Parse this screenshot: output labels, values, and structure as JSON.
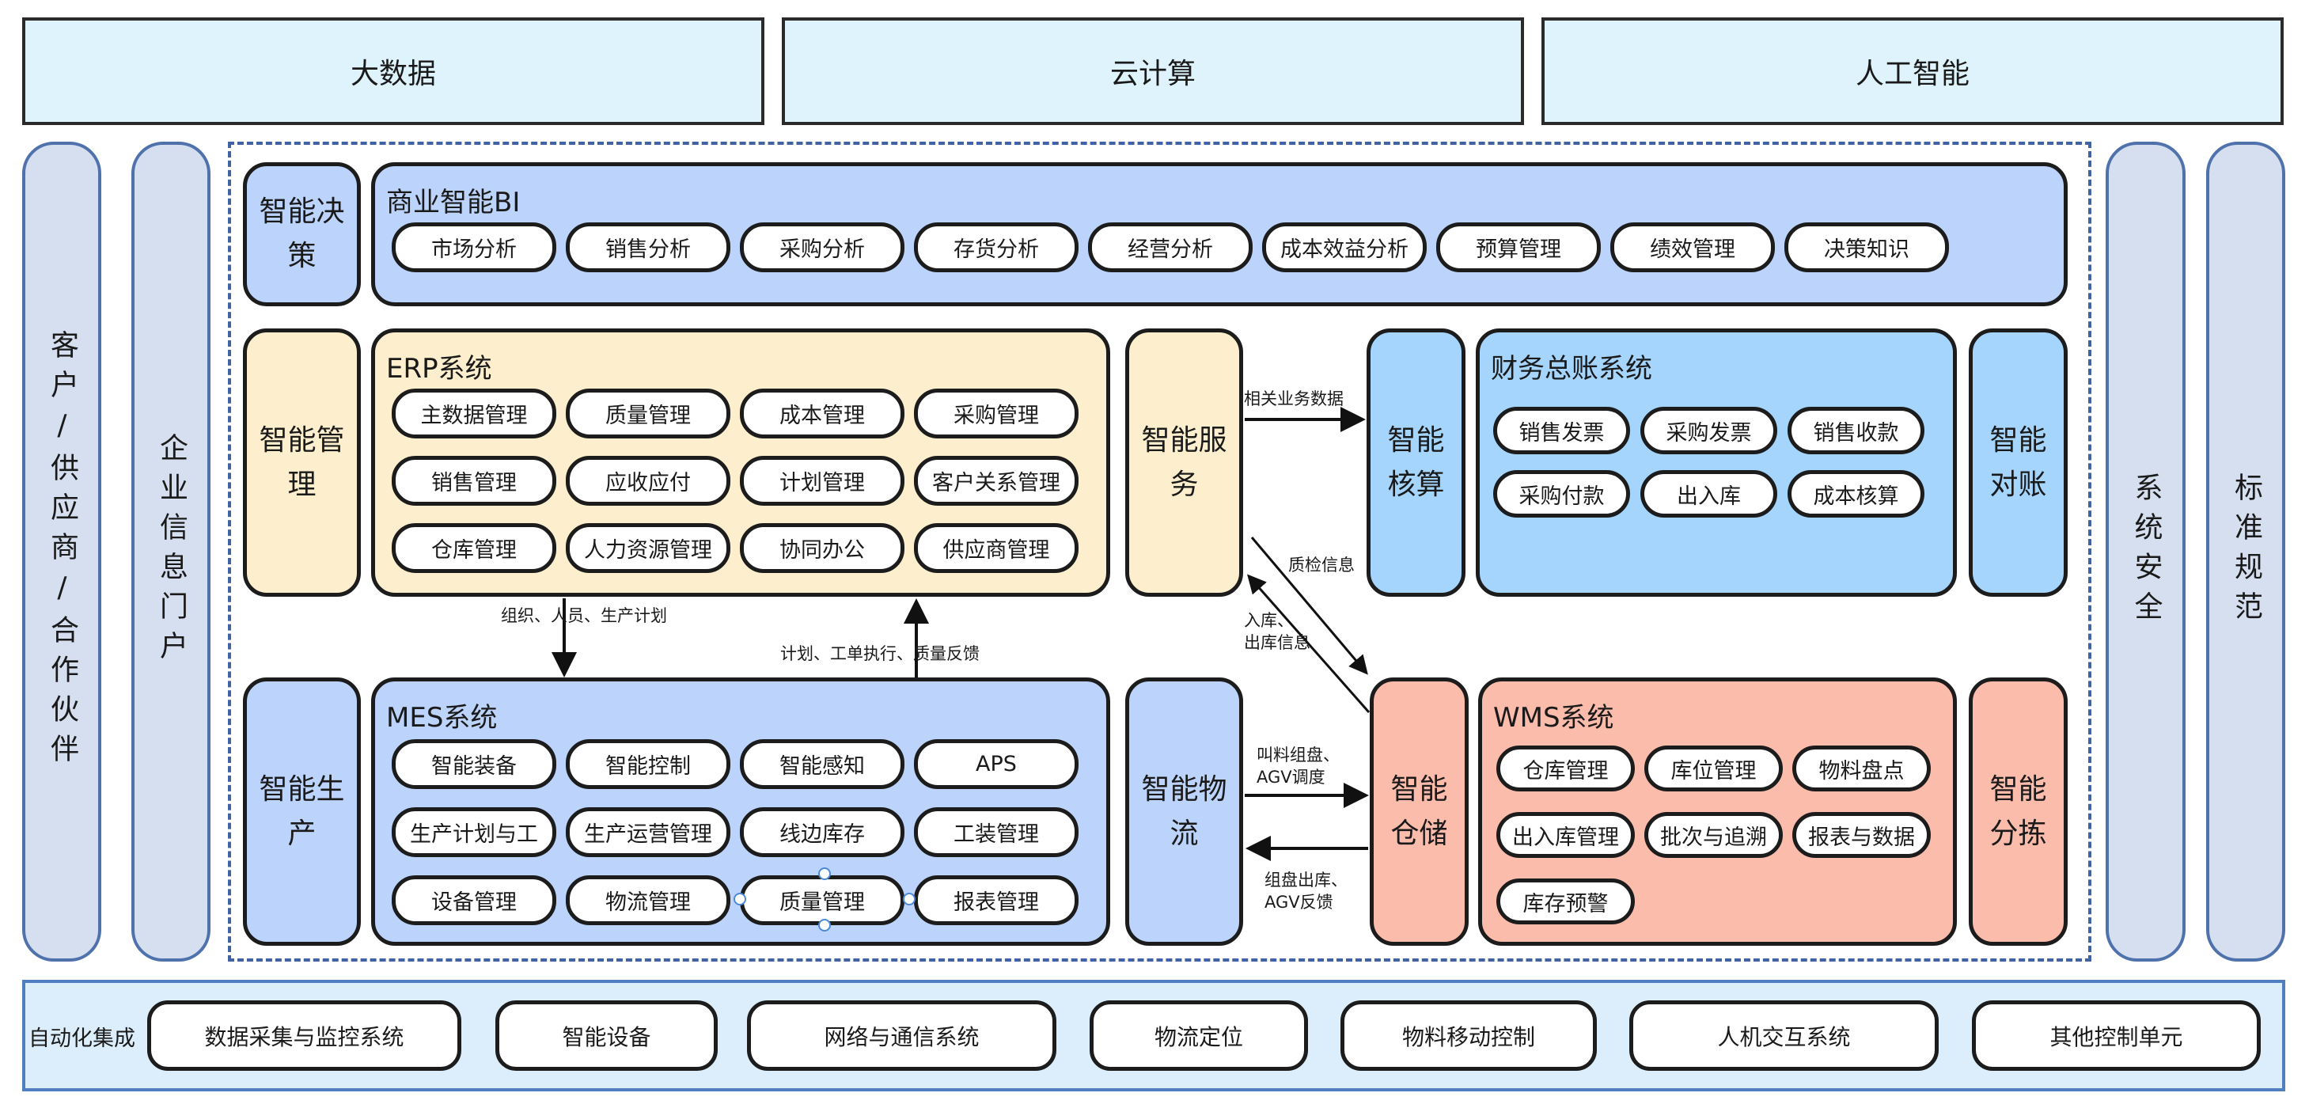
{
  "top_layers": [
    "大数据",
    "云计算",
    "人工智能"
  ],
  "left_pillars": [
    "客户/供应商/合作伙伴",
    "企业信息门户"
  ],
  "right_pillars": [
    "系统安全",
    "标准规范"
  ],
  "decision": {
    "side": "智能决策",
    "title": "商业智能BI",
    "items": [
      "市场分析",
      "销售分析",
      "采购分析",
      "存货分析",
      "经营分析",
      "成本效益分析",
      "预算管理",
      "绩效管理",
      "决策知识"
    ]
  },
  "erp": {
    "side": "智能管理",
    "title": "ERP系统",
    "items": [
      "主数据管理",
      "质量管理",
      "成本管理",
      "采购管理",
      "销售管理",
      "应收应付",
      "计划管理",
      "客户关系管理",
      "仓库管理",
      "人力资源管理",
      "协同办公",
      "供应商管理"
    ]
  },
  "service": {
    "side": "智能服务"
  },
  "finance": {
    "side_left": "智能核算",
    "title": "财务总账系统",
    "side_right": "智能对账",
    "items": [
      "销售发票",
      "采购发票",
      "销售收款",
      "采购付款",
      "出入库",
      "成本核算"
    ]
  },
  "mes": {
    "side": "智能生产",
    "title": "MES系统",
    "items": [
      "智能装备",
      "智能控制",
      "智能感知",
      "APS",
      "生产计划与工",
      "生产运营管理",
      "线边库存",
      "工装管理",
      "设备管理",
      "物流管理",
      "质量管理",
      "报表管理"
    ]
  },
  "logistics": {
    "side": "智能物流"
  },
  "wms": {
    "side_left": "智能仓储",
    "title": "WMS系统",
    "side_right": "智能分拣",
    "items": [
      "仓库管理",
      "库位管理",
      "物料盘点",
      "出入库管理",
      "批次与追溯",
      "报表与数据",
      "库存预警"
    ]
  },
  "arrows": {
    "erp_to_mes": "组织、人员、生产计划",
    "mes_to_erp": "计划、工单执行、质量反馈",
    "service_to_finance": "相关业务数据",
    "quality_info": "质检信息",
    "inout_info": "入库、\n出库信息",
    "logistics_to_storage": "叫料组盘、\nAGV调度",
    "storage_to_logistics": "组盘出库、\nAGV反馈"
  },
  "bottom": {
    "label": "自动化集成",
    "items": [
      "数据采集与监控系统",
      "智能设备",
      "网络与通信系统",
      "物流定位",
      "物料移动控制",
      "人机交互系统",
      "其他控制单元"
    ]
  },
  "colors": {
    "bi": "#bcd3fb",
    "erp": "#fdefcd",
    "finance": "#a5d5fc",
    "wms": "#fcbcac",
    "pillar": "#d6dff0",
    "top": "#dff3fd"
  }
}
